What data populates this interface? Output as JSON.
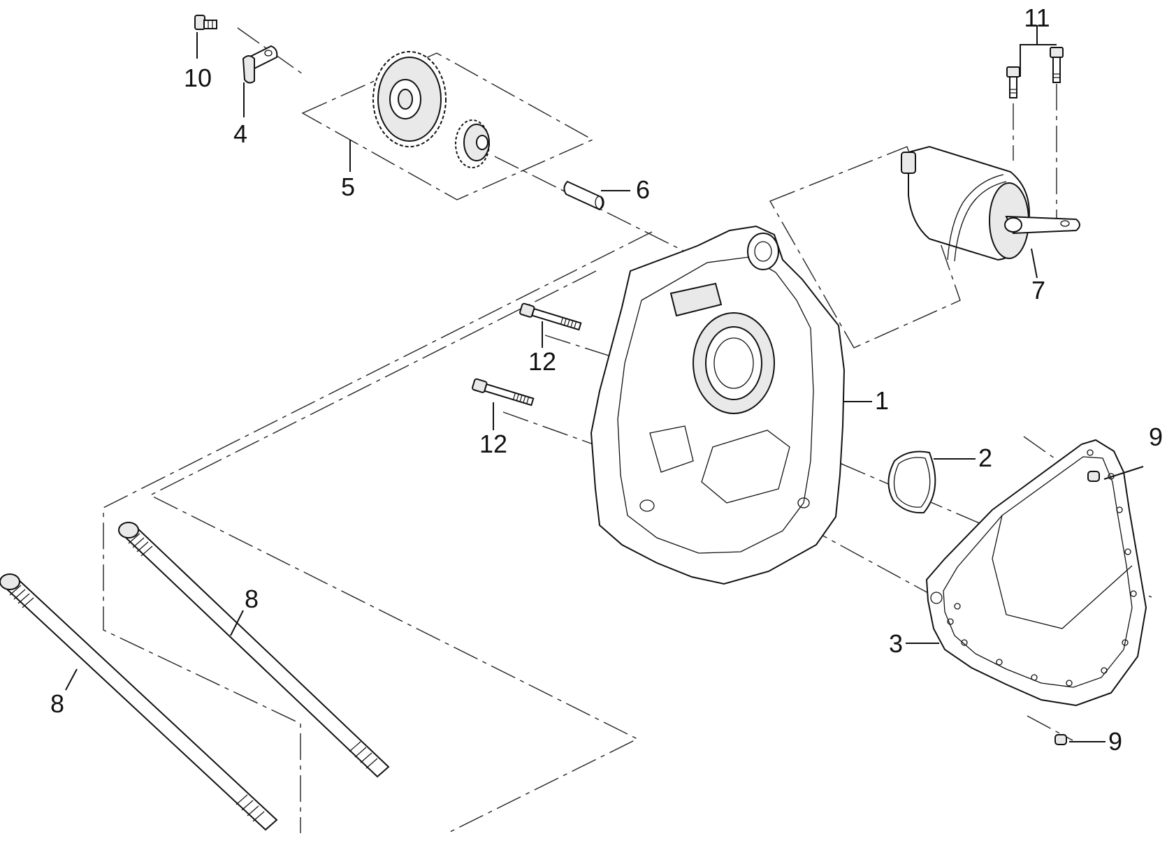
{
  "callouts": {
    "c1": "1",
    "c2": "2",
    "c3": "3",
    "c4": "4",
    "c5": "5",
    "c6": "6",
    "c7": "7",
    "c8a": "8",
    "c8b": "8",
    "c9a": "9",
    "c9b": "9",
    "c10": "10",
    "c11": "11",
    "c12a": "12",
    "c12b": "12"
  }
}
